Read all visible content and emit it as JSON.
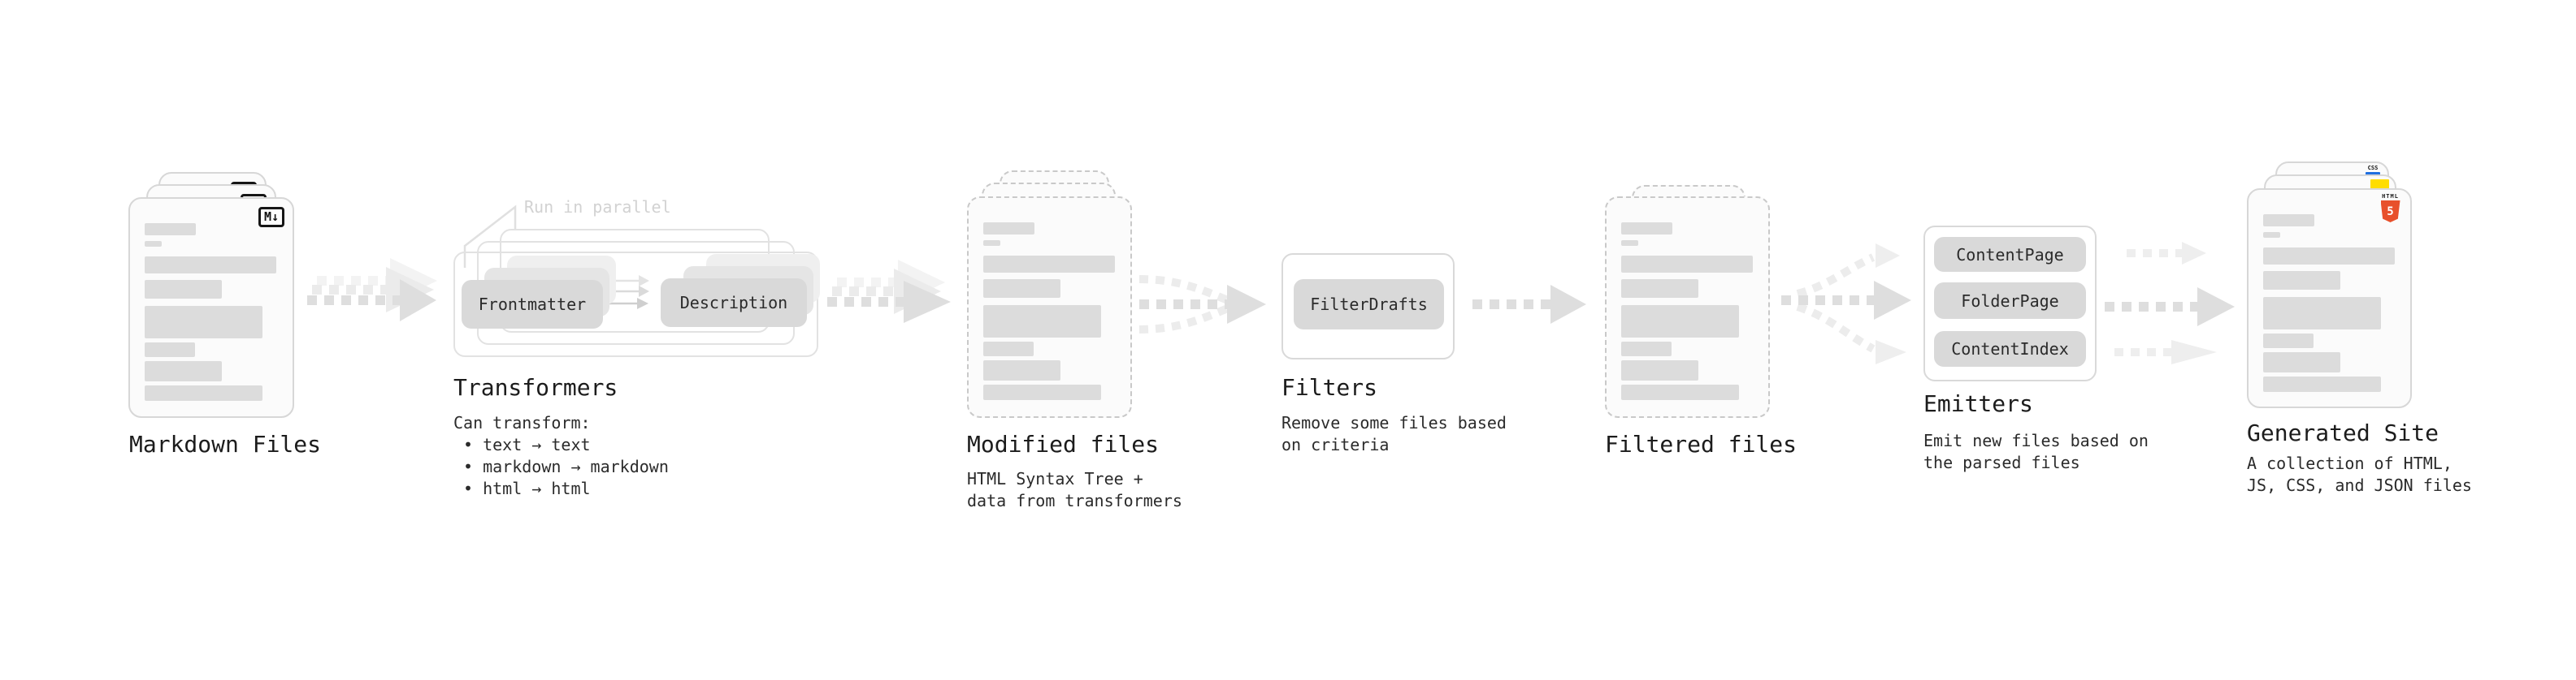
{
  "sections": {
    "markdown_files": {
      "title": "Markdown Files",
      "badge": "M↓"
    },
    "transformers": {
      "title": "Transformers",
      "note": "Run in parallel",
      "box1": "Frontmatter",
      "box2": "Description",
      "desc_heading": "Can transform:",
      "bullets": [
        "• text → text",
        "• markdown → markdown",
        "• html → html"
      ]
    },
    "modified_files": {
      "title": "Modified files",
      "desc": "HTML Syntax Tree +\ndata from transformers"
    },
    "filters": {
      "title": "Filters",
      "box": "FilterDrafts",
      "desc": "Remove some files based\non criteria"
    },
    "filtered_files": {
      "title": "Filtered files"
    },
    "emitters": {
      "title": "Emitters",
      "boxes": [
        "ContentPage",
        "FolderPage",
        "ContentIndex"
      ],
      "desc": "Emit new files based on\nthe parsed files"
    },
    "generated_site": {
      "title": "Generated Site",
      "desc": "A collection of HTML,\nJS, CSS, and JSON files",
      "css_badge": "CSS",
      "html_badge_label": "HTML",
      "html_badge_number": "5"
    }
  },
  "colors": {
    "css_blue": "#1f6fe0",
    "js_yellow": "#ffdd00",
    "html5_orange": "#e8502b"
  }
}
